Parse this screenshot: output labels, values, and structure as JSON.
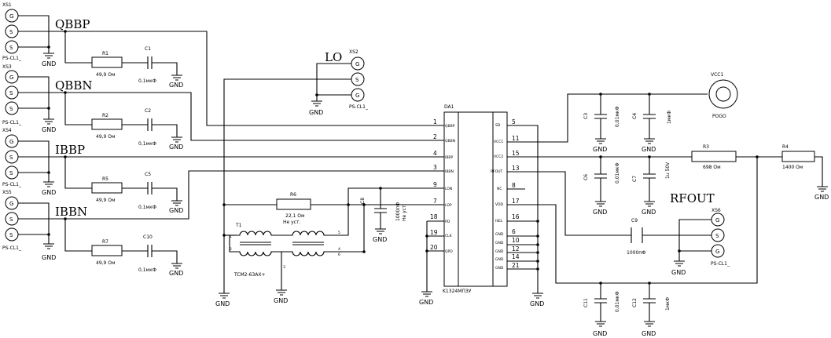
{
  "connectors": {
    "xs1": {
      "ref": "XS1",
      "type": "PS-CL1_",
      "pins": [
        "G",
        "S",
        "S"
      ]
    },
    "xs3": {
      "ref": "XS3",
      "type": "PS-CL1_",
      "pins": [
        "G",
        "S",
        "S"
      ]
    },
    "xs4": {
      "ref": "XS4",
      "type": "PS-CL1_",
      "pins": [
        "G",
        "S",
        "S"
      ]
    },
    "xs5": {
      "ref": "XS5",
      "type": "PS-CL1_",
      "pins": [
        "G",
        "S",
        "S"
      ]
    },
    "xs2": {
      "ref": "XS2",
      "type": "PS-CL1_",
      "pins": [
        "G",
        "S",
        "G"
      ]
    },
    "xs6": {
      "ref": "XS6",
      "type": "PS-CL1_",
      "pins": [
        "G",
        "S",
        "G"
      ]
    }
  },
  "nets": {
    "qbbp": "QBBP",
    "qbbn": "QBBN",
    "ibbp": "IBBP",
    "ibbn": "IBBN",
    "lo": "LO",
    "rfout": "RFOUT"
  },
  "ground": "GND",
  "resistors": {
    "r1": {
      "ref": "R1",
      "value": "49,9 Ом"
    },
    "r2": {
      "ref": "R2",
      "value": "49,9 Ом"
    },
    "r5": {
      "ref": "R5",
      "value": "49,9 Ом"
    },
    "r7": {
      "ref": "R7",
      "value": "49,9 Ом"
    },
    "r6": {
      "ref": "R6",
      "value": "22,1 Ом",
      "note": "Не уст."
    },
    "r3": {
      "ref": "R3",
      "value": "698 Ом"
    },
    "r4": {
      "ref": "R4",
      "value": "1400 Ом"
    }
  },
  "capacitors": {
    "c1": {
      "ref": "C1",
      "value": "0,1мкФ"
    },
    "c2": {
      "ref": "C2",
      "value": "0,1мкФ"
    },
    "c5": {
      "ref": "C5",
      "value": "0,1мкФ"
    },
    "c10": {
      "ref": "C10",
      "value": "0,1мкФ"
    },
    "c8": {
      "ref": "C8",
      "value": "1000пФ",
      "note": "Не уст."
    },
    "c3": {
      "ref": "C3",
      "value": "0,01мкФ"
    },
    "c4": {
      "ref": "C4",
      "value": "1мкФ"
    },
    "c6": {
      "ref": "C6",
      "value": "0,01мкФ"
    },
    "c7": {
      "ref": "C7",
      "value": "1u 50V"
    },
    "c9": {
      "ref": "C9",
      "value": "1000пФ"
    },
    "c11": {
      "ref": "C11",
      "value": "0,01мкФ"
    },
    "c12": {
      "ref": "C12",
      "value": "1мкФ"
    }
  },
  "transformer": {
    "ref": "T1",
    "part": "TCM2-63AX+",
    "pins": [
      "1",
      "2",
      "3",
      "4",
      "5",
      "6"
    ]
  },
  "ic": {
    "ref": "DA1",
    "part": "K1324MПЗУ",
    "left_pins": [
      {
        "num": "1",
        "name": "QBBP"
      },
      {
        "num": "2",
        "name": "QBBN"
      },
      {
        "num": "4",
        "name": "IBBP"
      },
      {
        "num": "3",
        "name": "IBBN"
      },
      {
        "num": "9",
        "name": "LON"
      },
      {
        "num": "7",
        "name": "LOP"
      },
      {
        "num": "18",
        "name": "PD"
      },
      {
        "num": "19",
        "name": "CLK"
      },
      {
        "num": "20",
        "name": "QPD"
      }
    ],
    "right_pins": [
      {
        "num": "5",
        "name": "SD"
      },
      {
        "num": "11",
        "name": "VCC1"
      },
      {
        "num": "15",
        "name": "VCC2"
      },
      {
        "num": "13",
        "name": "RFOUT"
      },
      {
        "num": "8",
        "name": "NC"
      },
      {
        "num": "17",
        "name": "VDD"
      },
      {
        "num": "16",
        "name": "ISEL"
      },
      {
        "num": "6",
        "name": "GND"
      },
      {
        "num": "10",
        "name": "GND"
      },
      {
        "num": "12",
        "name": "GND"
      },
      {
        "num": "14",
        "name": "GND"
      },
      {
        "num": "21",
        "name": "GND"
      }
    ]
  },
  "power": {
    "ref": "VCC1",
    "name": "POGO"
  }
}
